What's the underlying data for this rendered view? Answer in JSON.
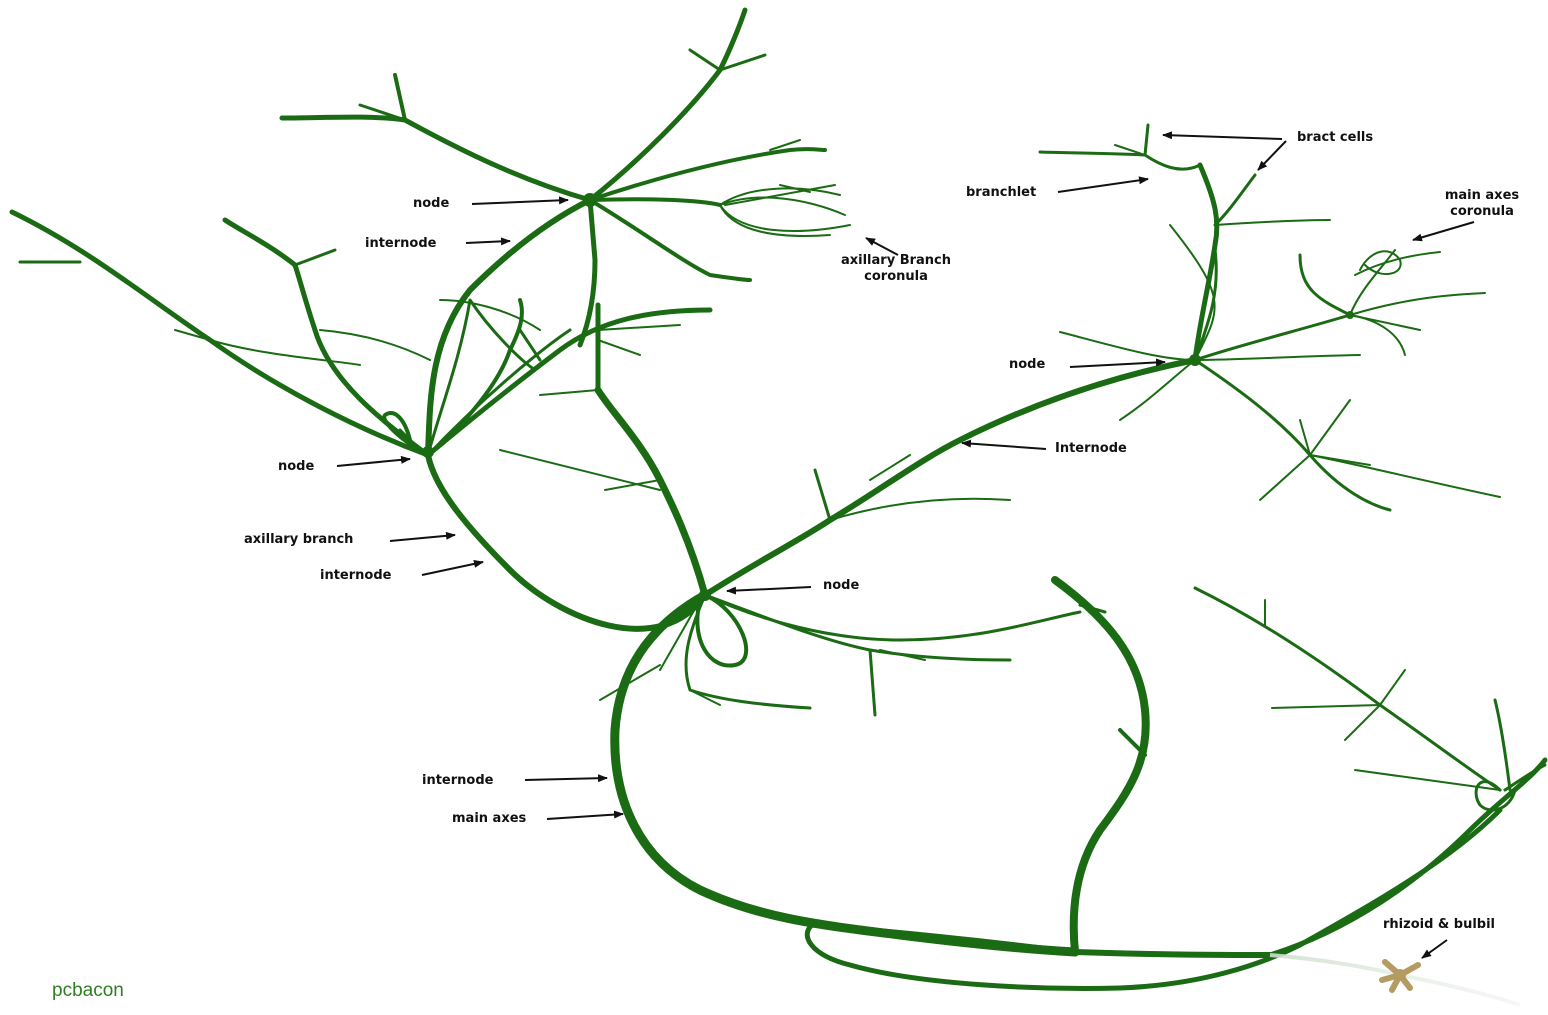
{
  "colors": {
    "plant": "#1b6b14",
    "arrow": "#111111",
    "rhizoid": "#b39b62",
    "rhizoid_fade": "#cfd9cf",
    "watermark": "#2f7d24"
  },
  "labels": {
    "node_top": "node",
    "internode_top": "internode",
    "axillary_branch_coronula_1": "axillary Branch",
    "axillary_branch_coronula_2": "coronula",
    "node_left": "node",
    "axillary_branch": "axillary branch",
    "internode_left": "internode",
    "node_center": "node",
    "internode_lower": "internode",
    "main_axes": "main axes",
    "bract_cells": "bract cells",
    "branchlet": "branchlet",
    "main_axes_coronula_1": "main axes",
    "main_axes_coronula_2": "coronula",
    "node_right": "node",
    "internode_right": "Internode",
    "rhizoid_bulbil": "rhizoid & bulbil"
  },
  "watermark": "pcbacon"
}
